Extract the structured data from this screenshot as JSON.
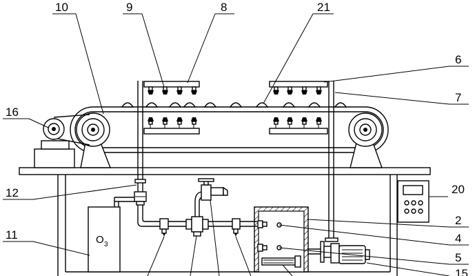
{
  "labels": {
    "l10": "10",
    "l9": "9",
    "l8": "8",
    "l21": "21",
    "l6": "6",
    "l7": "7",
    "l16": "16",
    "l12": "12",
    "l20": "20",
    "l11": "11",
    "l2": "2",
    "l4": "4",
    "l5": "5",
    "l15": "15"
  },
  "ozone": {
    "main": "O",
    "sub": "3"
  }
}
